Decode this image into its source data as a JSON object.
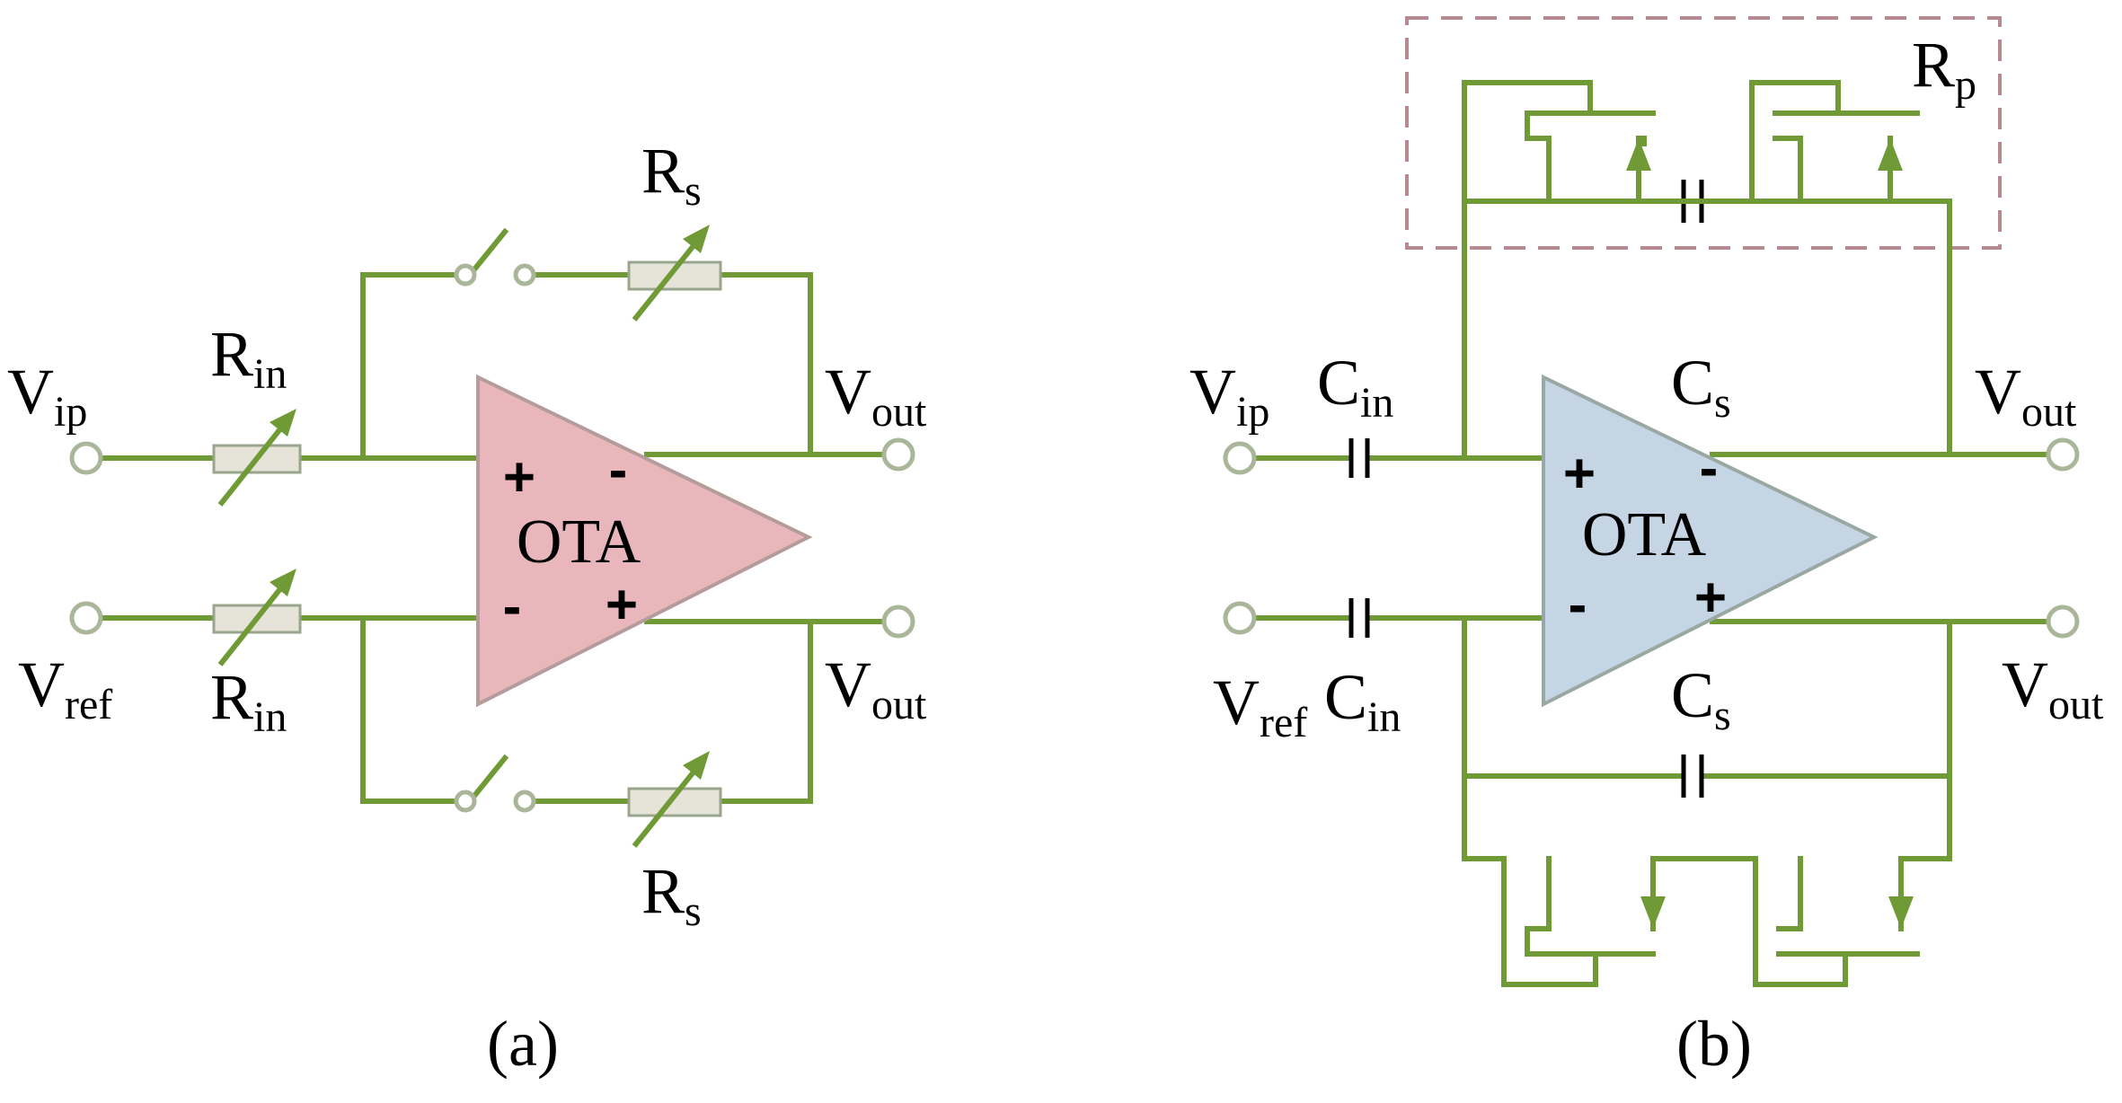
{
  "panel_a": {
    "caption": "(a)",
    "amp_label": "OTA",
    "inputs": {
      "vip_main": "V",
      "vip_sub": "ip",
      "vref_main": "V",
      "vref_sub": "ref"
    },
    "outputs": {
      "top_main": "V",
      "top_sub": "out",
      "bottom_main": "V",
      "bottom_sub": "out"
    },
    "resistors": {
      "rin_main": "R",
      "rin_sub": "in",
      "rs_main": "R",
      "rs_sub": "s"
    },
    "signs": {
      "in_top": "+",
      "in_bottom": "-",
      "out_top": "-",
      "out_bottom": "+"
    },
    "colors": {
      "amp_fill": "#e8b6bb",
      "amp_stroke": "#b49c9a",
      "wire": "#6f9a36"
    }
  },
  "panel_b": {
    "caption": "(b)",
    "amp_label": "OTA",
    "inputs": {
      "vip_main": "V",
      "vip_sub": "ip",
      "vref_main": "V",
      "vref_sub": "ref"
    },
    "outputs": {
      "top_main": "V",
      "top_sub": "out",
      "bottom_main": "V",
      "bottom_sub": "out"
    },
    "capacitors": {
      "cin_main": "C",
      "cin_sub": "in",
      "cs_main": "C",
      "cs_sub": "s"
    },
    "pseudo_resistor": {
      "main": "R",
      "sub": "p"
    },
    "signs": {
      "in_top": "+",
      "in_bottom": "-",
      "out_top": "-",
      "out_bottom": "+"
    },
    "colors": {
      "amp_fill": "#c5d5e4",
      "amp_stroke": "#9aa8a4",
      "wire": "#6f9a36",
      "box": "#b58a90"
    }
  }
}
